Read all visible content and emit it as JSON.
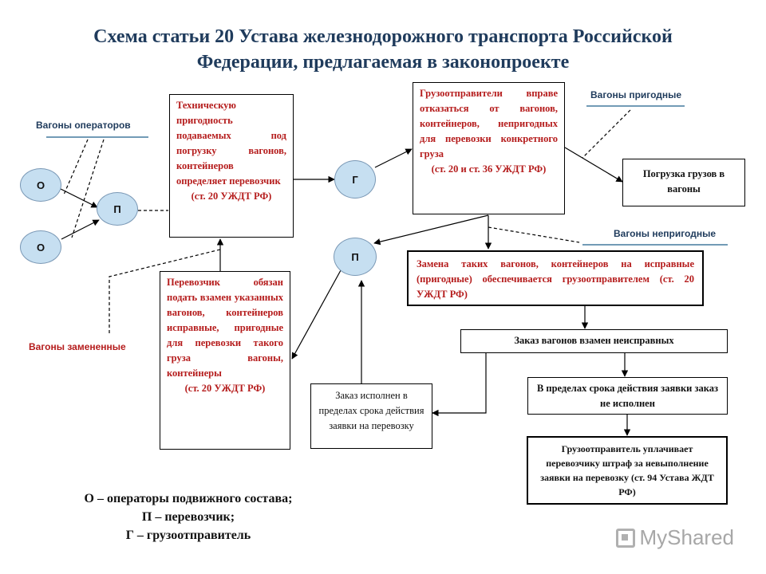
{
  "title": {
    "line1": "Схема статьи 20 Устава железнодорожного транспорта Российской",
    "line2": "Федерации, предлагаемая в законопроекте"
  },
  "nodes": {
    "operator1": "О",
    "operator2": "О",
    "carrier1": "П",
    "shipper": "Г",
    "carrier2": "П"
  },
  "labels": {
    "wagons_operators": "Вагоны операторов",
    "wagons_replaced": "Вагоны замененные",
    "wagons_suitable": "Вагоны пригодные",
    "wagons_unsuitable": "Вагоны непригодные"
  },
  "boxes": {
    "tech_fitness": {
      "text": "Техническую пригодность подаваемых под погрузку вагонов, контейнеров определяет перевозчик",
      "ref": "(ст. 20 УЖДТ РФ)"
    },
    "carrier_obliged": {
      "text": "Перевозчик обязан подать взамен указанных вагонов, контейнеров исправные, пригодные для перевозки такого груза вагоны, контейнеры",
      "ref": "(ст. 20 УЖДТ РФ)"
    },
    "shippers_refuse": {
      "text": "Грузоотправители вправе отказаться от вагонов, контейнеров, непригодных для перевозки конкретного груза",
      "ref": "(ст. 20 и ст. 36 УЖДТ РФ)"
    },
    "loading": "Погрузка грузов в вагоны",
    "replacement": "Замена таких вагонов, контейнеров на исправные (пригодные) обеспечивается грузоотправителем (ст. 20 УЖДТ РФ)",
    "order_faulty": "Заказ вагонов взамен неисправных",
    "order_fulfilled": "Заказ исполнен в пределах срока действия заявки на перевозку",
    "order_not_fulfilled": "В пределах срока действия заявки заказ не исполнен",
    "fine": "Грузоотправитель уплачивает перевозчику штраф за невыполнение заявки на перевозку (ст. 94 Устава ЖДТ РФ)"
  },
  "legend": {
    "line1": "О – операторы подвижного состава;",
    "line2": "П – перевозчик;",
    "line3": "Г – грузоотправитель"
  },
  "watermark": "MyShared"
}
